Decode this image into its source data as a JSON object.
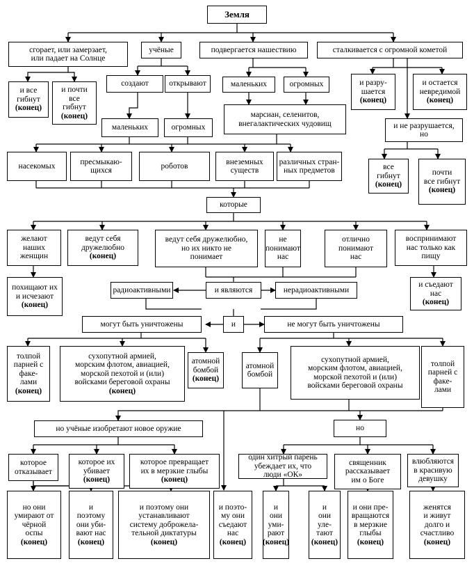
{
  "nodes": {
    "earth": {
      "lines": [
        "Земля"
      ]
    },
    "burn": {
      "lines": [
        "сгорает, или замерзает,",
        "или падает на Солнце"
      ]
    },
    "scientists": {
      "lines": [
        "учёные"
      ]
    },
    "invasion": {
      "lines": [
        "подвергается нашествию"
      ]
    },
    "comet": {
      "lines": [
        "сталкивается с огромной кометой"
      ]
    },
    "all_die": {
      "lines": [
        "и все",
        "гибнут"
      ],
      "bold": "(конец)"
    },
    "almost_all_die": {
      "lines": [
        "и почти",
        "все",
        "гибнут"
      ],
      "bold": "(конец)"
    },
    "create": {
      "lines": [
        "создают"
      ]
    },
    "discover": {
      "lines": [
        "открывают"
      ]
    },
    "inv_small": {
      "lines": [
        "маленьких"
      ]
    },
    "inv_huge": {
      "lines": [
        "огромных"
      ]
    },
    "destroyed": {
      "lines": [
        "и разру-",
        "шается"
      ],
      "bold": "(конец)"
    },
    "unharmed": {
      "lines": [
        "и остается",
        "невредимой"
      ],
      "bold": "(конец)"
    },
    "small": {
      "lines": [
        "маленьких"
      ]
    },
    "huge": {
      "lines": [
        "огромных"
      ]
    },
    "martians": {
      "lines": [
        "марсиан, селенитов,",
        "внегалактических чудовищ"
      ]
    },
    "not_destroyed": {
      "lines": [
        "и не разрушается,",
        "но"
      ]
    },
    "insects": {
      "lines": [
        "насекомых"
      ]
    },
    "reptiles": {
      "lines": [
        "пресмыкаю-",
        "щихся"
      ]
    },
    "robots": {
      "lines": [
        "роботов"
      ]
    },
    "aliens": {
      "lines": [
        "внеземных",
        "существ"
      ]
    },
    "objects": {
      "lines": [
        "различных стран-",
        "ных предметов"
      ]
    },
    "all_die2": {
      "lines": [
        "все",
        "гибнут"
      ],
      "bold": "(конец)"
    },
    "almost_all_die2": {
      "lines": [
        "почти",
        "все гибнут"
      ],
      "bold": "(конец)"
    },
    "which": {
      "lines": [
        "которые"
      ]
    },
    "want_women": {
      "lines": [
        "желают",
        "наших",
        "женщин"
      ]
    },
    "friendly": {
      "lines": [
        "ведут себя",
        "дружелюбно"
      ],
      "bold": "(конец)"
    },
    "friendly_misunderstood": {
      "lines": [
        "ведут себя дружелюбно,",
        "но их никто не",
        "понимает"
      ]
    },
    "dont_understand": {
      "lines": [
        "не",
        "понимают",
        "нас"
      ]
    },
    "understand_well": {
      "lines": [
        "отлично",
        "понимают",
        "нас"
      ]
    },
    "see_food": {
      "lines": [
        "воспринимают",
        "нас только как",
        "пищу"
      ]
    },
    "kidnap": {
      "lines": [
        "похищают их",
        "и исчезают"
      ],
      "bold": "(конец)"
    },
    "radioactive": {
      "lines": [
        "радиоактивными"
      ]
    },
    "and_are": {
      "lines": [
        "и являются"
      ]
    },
    "nonradioactive": {
      "lines": [
        "нерадиоактивными"
      ]
    },
    "eat_us": {
      "lines": [
        "и съедают",
        "нас"
      ],
      "bold": "(конец)"
    },
    "can_destroy": {
      "lines": [
        "могут быть уничтожены"
      ]
    },
    "and": {
      "lines": [
        "и"
      ]
    },
    "cannot_destroy": {
      "lines": [
        "не могут быть уничтожены"
      ]
    },
    "mob_l": {
      "lines": [
        "толпой",
        "парней с",
        "факе-",
        "лами"
      ],
      "bold": "(конец)"
    },
    "army_l": {
      "lines": [
        "сухопутной армией,",
        "морским флотом, авиацией,",
        "морской пехотой и (или)",
        "войсками береговой охраны"
      ],
      "bold": "(конец)"
    },
    "atom_l": {
      "lines": [
        "атомной",
        "бомбой"
      ],
      "bold": "(конец)"
    },
    "atom_r": {
      "lines": [
        "атомной",
        "бомбой"
      ]
    },
    "army_r": {
      "lines": [
        "сухопутной армией,",
        "морским флотом, авиацией,",
        "морской пехотой и (или)",
        "войсками береговой охраны"
      ]
    },
    "mob_r": {
      "lines": [
        "толпой",
        "парней с",
        "факе-",
        "лами"
      ]
    },
    "new_weapon": {
      "lines": [
        "но учёные изобретают новое оружие"
      ]
    },
    "but": {
      "lines": [
        "но"
      ]
    },
    "refuses": {
      "lines": [
        "которое",
        "отказывает"
      ]
    },
    "kills_them": {
      "lines": [
        "которое их",
        "убивает"
      ],
      "bold": "(конец)"
    },
    "turns_them": {
      "lines": [
        "которое превращает",
        "их в мерзкие глыбы"
      ],
      "bold": "(конец)"
    },
    "clever_guy": {
      "lines": [
        "один хитрый парень",
        "убеждает их, что",
        "люди «ОК»"
      ]
    },
    "priest": {
      "lines": [
        "священник",
        "рассказывает",
        "им о Боге"
      ]
    },
    "fall_in_love": {
      "lines": [
        "влюбляются",
        "в красивую",
        "девушку"
      ]
    },
    "plague": {
      "lines": [
        "но они",
        "умирают от",
        "чёрной",
        "оспы"
      ],
      "bold": "(конец)"
    },
    "kill_us": {
      "lines": [
        "и",
        "поэтому",
        "они уби-",
        "вают нас"
      ],
      "bold": "(конец)"
    },
    "dictatorship": {
      "lines": [
        "и поэтому они",
        "устанавливают",
        "систему доброжела-",
        "тельной диктатуры"
      ],
      "bold": "(конец)"
    },
    "eat_us2": {
      "lines": [
        "и поэто-",
        "му они",
        "съедают",
        "нас"
      ],
      "bold": "(конец)"
    },
    "die": {
      "lines": [
        "и",
        "они",
        "уми-",
        "рают"
      ],
      "bold": "(конец)"
    },
    "fly_away": {
      "lines": [
        "и",
        "они",
        "уле-",
        "тают"
      ],
      "bold": "(конец)"
    },
    "become_blocks": {
      "lines": [
        "и они пре-",
        "вращаются",
        "в мерзкие",
        "глыбы"
      ],
      "bold": "(конец)"
    },
    "marry": {
      "lines": [
        "женятся",
        "и живут",
        "долго и",
        "счастливо"
      ],
      "bold": "(конец)"
    }
  }
}
